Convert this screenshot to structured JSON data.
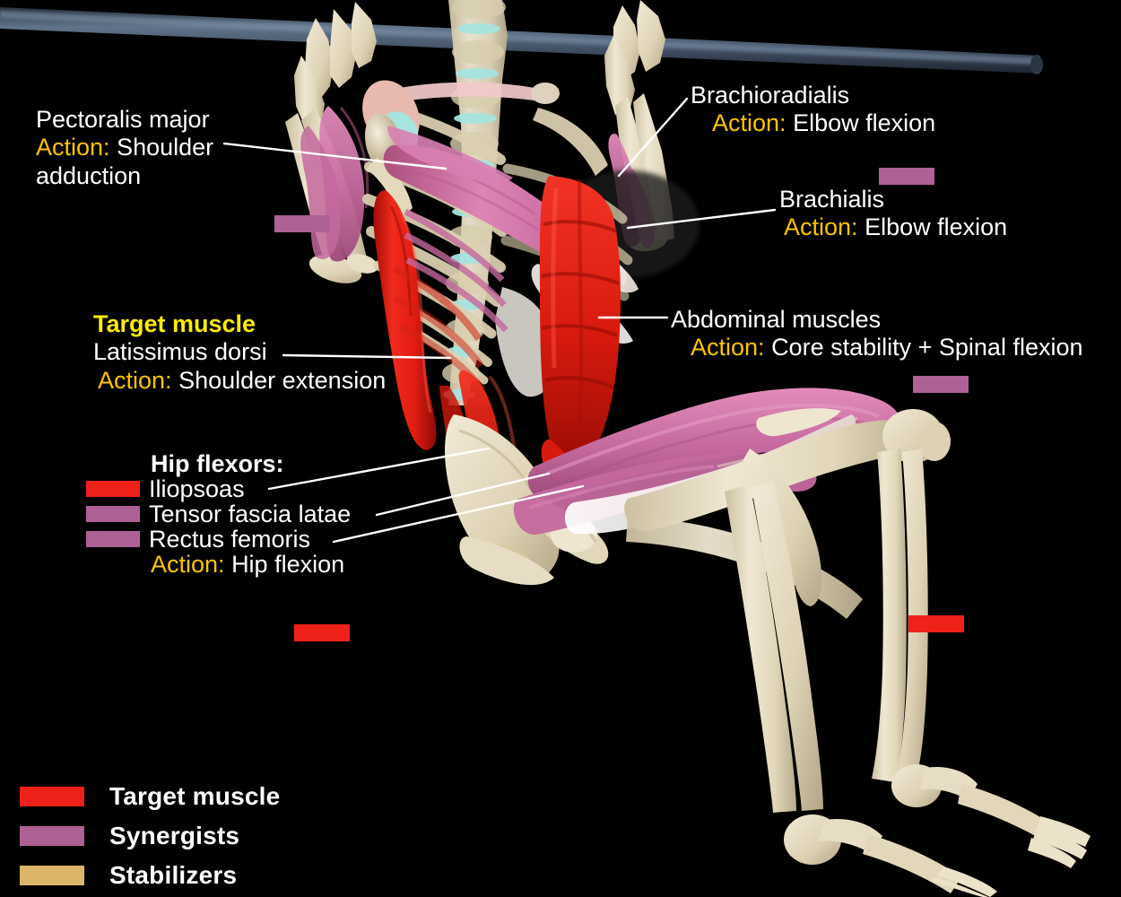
{
  "title": "Pull-up muscle activation anatomy diagram",
  "colors": {
    "target_red": "#ee2218",
    "synergist_purple": "#ad6195",
    "stabilizer_tan": "#ddb56a",
    "action_yellow": "#ffc400",
    "target_label_yellow": "#ffec00",
    "background": "#000000",
    "bar": "#3d4b5c",
    "bone": "#e7ddc4",
    "muscle_pink": "#d16fa8",
    "cartilage": "#a7e4e0"
  },
  "callouts": [
    {
      "id": "pectoralis-major",
      "name": "Pectoralis major",
      "swatch": "#ad6195",
      "action_label": "Action:",
      "action_value": "Shoulder",
      "action_value_2": "adduction"
    },
    {
      "id": "brachioradialis",
      "name": "Brachioradialis",
      "swatch": "#ad6195",
      "action_label": "Action:",
      "action_value": "Elbow flexion"
    },
    {
      "id": "brachialis",
      "name": "Brachialis",
      "swatch": "#ad6195",
      "action_label": "Action:",
      "action_value": "Elbow flexion"
    },
    {
      "id": "abdominal-muscles",
      "name": "Abdominal muscles",
      "swatch": "#ee2218",
      "action_label": "Action:",
      "action_value": "Core stability + Spinal flexion"
    },
    {
      "id": "latissimus-dorsi",
      "heading": "Target muscle",
      "swatch": "#ee2218",
      "name": "Latissimus dorsi",
      "action_label": "Action:",
      "action_value": "Shoulder extension"
    },
    {
      "id": "hip-flexors",
      "heading": "Hip flexors:",
      "items": [
        {
          "name": "Iliopsoas",
          "swatch": "#ee2218"
        },
        {
          "name": "Tensor fascia latae",
          "swatch": "#ad6195"
        },
        {
          "name": "Rectus femoris",
          "swatch": "#ad6195"
        }
      ],
      "action_label": "Action:",
      "action_value": "Hip flexion"
    }
  ],
  "legend": {
    "items": [
      {
        "label": "Target muscle",
        "color": "#ee2218"
      },
      {
        "label": "Synergists",
        "color": "#ad6195"
      },
      {
        "label": "Stabilizers",
        "color": "#ddb56a"
      }
    ]
  }
}
